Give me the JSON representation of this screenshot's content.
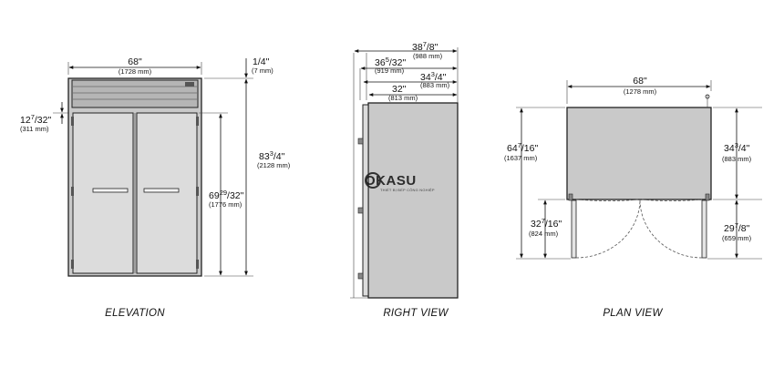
{
  "views": {
    "elevation": {
      "caption": "ELEVATION",
      "width": {
        "main": "68\"",
        "mm": "(1728 mm)"
      },
      "top_gap": {
        "main": "1/4\"",
        "mm": "(7 mm)"
      },
      "left_offset": {
        "main": "12",
        "sup": "7",
        "frac": "/32\"",
        "mm": "(311 mm)"
      },
      "overall_height": {
        "main": "83",
        "sup": "3",
        "frac": "/4\"",
        "mm": "(2128 mm)"
      },
      "door_height": {
        "main": "69",
        "sup": "29",
        "frac": "/32\"",
        "mm": "(1776 mm)"
      }
    },
    "right": {
      "caption": "RIGHT VIEW",
      "depth_overall": {
        "main": "38",
        "sup": "7",
        "frac": "/8\"",
        "mm": "(988 mm)"
      },
      "depth_b": {
        "main": "36",
        "sup": "5",
        "frac": "/32\"",
        "mm": "(919 mm)"
      },
      "depth_c": {
        "main": "34",
        "sup": "3",
        "frac": "/4\"",
        "mm": "(883 mm)"
      },
      "depth_d": {
        "main": "32\"",
        "mm": "(813 mm)"
      }
    },
    "plan": {
      "caption": "PLAN VIEW",
      "width": {
        "main": "68\"",
        "mm": "(1278 mm)"
      },
      "overall_depth": {
        "main": "64",
        "sup": "7",
        "frac": "/16\"",
        "mm": "(1637 mm)"
      },
      "cabinet_depth": {
        "main": "34",
        "sup": "3",
        "frac": "/4\"",
        "mm": "(883 mm)"
      },
      "door_swing_left": {
        "main": "32",
        "sup": "7",
        "frac": "/16\"",
        "mm": "(824 mm)"
      },
      "door_swing_right": {
        "main": "29",
        "sup": "7",
        "frac": "/8\"",
        "mm": "(659 mm)"
      }
    }
  },
  "watermark": {
    "brand": "OKASU",
    "tagline": "THIẾT BỊ BẾP CÔNG NGHIỆP"
  },
  "colors": {
    "cabinet": "#c9c9c9",
    "line": "#111111",
    "door": "#dcdcdc"
  }
}
